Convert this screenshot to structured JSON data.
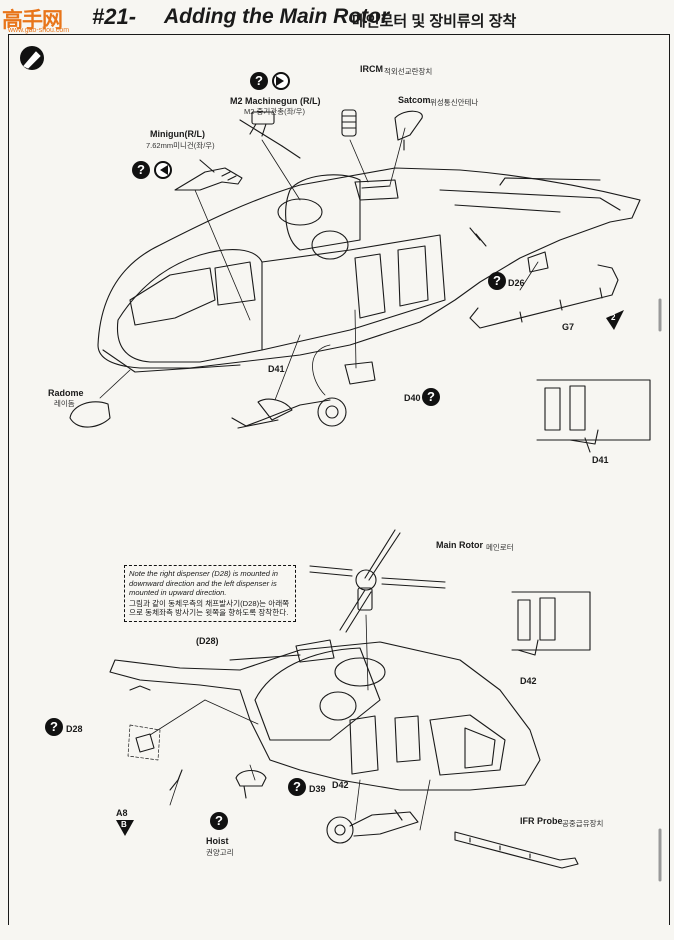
{
  "header": {
    "logo": "高手网",
    "logo_url": "www.gao-shou.com",
    "step_number": "#21-",
    "title": "Adding the Main Rotor",
    "title_ko": "메인로터 및 장비류의 장착"
  },
  "top": {
    "ircm": {
      "label": "IRCM",
      "sub": "적외선교란장치"
    },
    "satcom": {
      "label": "Satcom",
      "sub": "위성통신안테나"
    },
    "m2": {
      "label": "M2 Machinegun (R/L)",
      "sub": "M2 중기관총(좌/우)"
    },
    "minigun": {
      "label": "Minigun(R/L)",
      "sub": "7.62mm미니건(좌/우)"
    },
    "radome": {
      "label": "Radome",
      "sub": "레이돔"
    },
    "d26": "D26",
    "g7": "G7",
    "d41_a": "D41",
    "d40": "D40",
    "d41_b": "D41",
    "flag_2": "2"
  },
  "bottom": {
    "main_rotor": {
      "label": "Main Rotor",
      "sub": "메인로터"
    },
    "note": {
      "en": "Note the right dispenser (D28) is mounted in downward direction and the left dispenser is mounted in upward direction.",
      "ko": "그림과 같이 동체우측의 채프발사기(D28)는 아래쪽으로 동체좌측 방사기는 윗쪽을 향하도록 장착한다."
    },
    "d28_paren": "(D28)",
    "d28": "D28",
    "a8": "A8",
    "flag_b": "B",
    "hoist": {
      "label": "Hoist",
      "sub": "권양고리"
    },
    "d39": "D39",
    "d42_a": "D42",
    "d42_b": "D42",
    "ifr": {
      "label": "IFR Probe",
      "sub": "공중급유장치"
    }
  },
  "icons": {
    "question_glyph": "?",
    "step_icon_glyph": "⊘"
  }
}
